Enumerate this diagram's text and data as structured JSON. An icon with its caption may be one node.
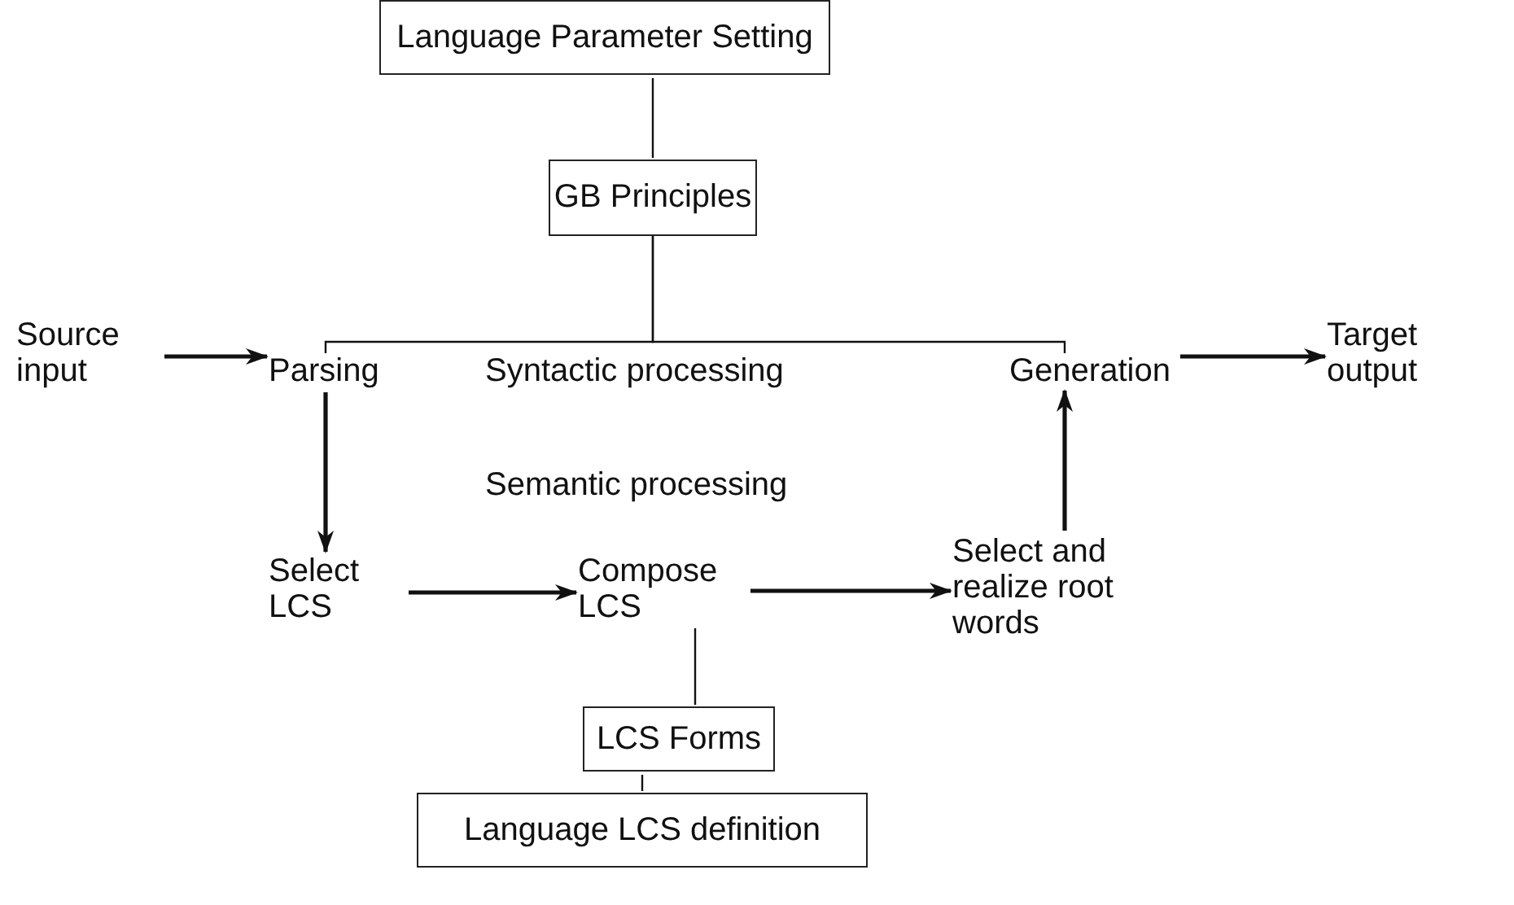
{
  "diagram": {
    "nodes": [
      {
        "text": [
          "Language Parameter Setting"
        ]
      },
      {
        "text": [
          "GB Principles"
        ]
      },
      {
        "text": [
          "Source input"
        ]
      },
      {
        "text": [
          "Parsing"
        ]
      },
      {
        "text": [
          "Generation"
        ]
      },
      {
        "text": [
          "Target output"
        ]
      },
      {
        "text": [
          "Select LCS"
        ]
      },
      {
        "text": [
          "Compose LCS"
        ]
      },
      {
        "text": [
          "Select and realize root words"
        ]
      },
      {
        "text": [
          "LCS Forms"
        ]
      },
      {
        "text": [
          "Language LCS definition"
        ]
      }
    ],
    "edges": [
      {
        "from": 0,
        "to": 1,
        "arrow": "none"
      },
      {
        "from": 1,
        "to": 3,
        "arrow": "none"
      },
      {
        "from": 1,
        "to": 4,
        "arrow": "none"
      },
      {
        "from": 2,
        "to": 3,
        "arrow": "to"
      },
      {
        "from": 4,
        "to": 5,
        "arrow": "to"
      },
      {
        "from": 3,
        "to": 6,
        "arrow": "to"
      },
      {
        "from": 6,
        "to": 7,
        "arrow": "to"
      },
      {
        "from": 7,
        "to": 8,
        "arrow": "to"
      },
      {
        "from": 8,
        "to": 4,
        "arrow": "to"
      },
      {
        "from": 7,
        "to": 9,
        "arrow": "none"
      },
      {
        "from": 9,
        "to": 10,
        "arrow": "none"
      }
    ],
    "labels": [
      "Syntactic processing",
      "Semantic processing"
    ]
  }
}
